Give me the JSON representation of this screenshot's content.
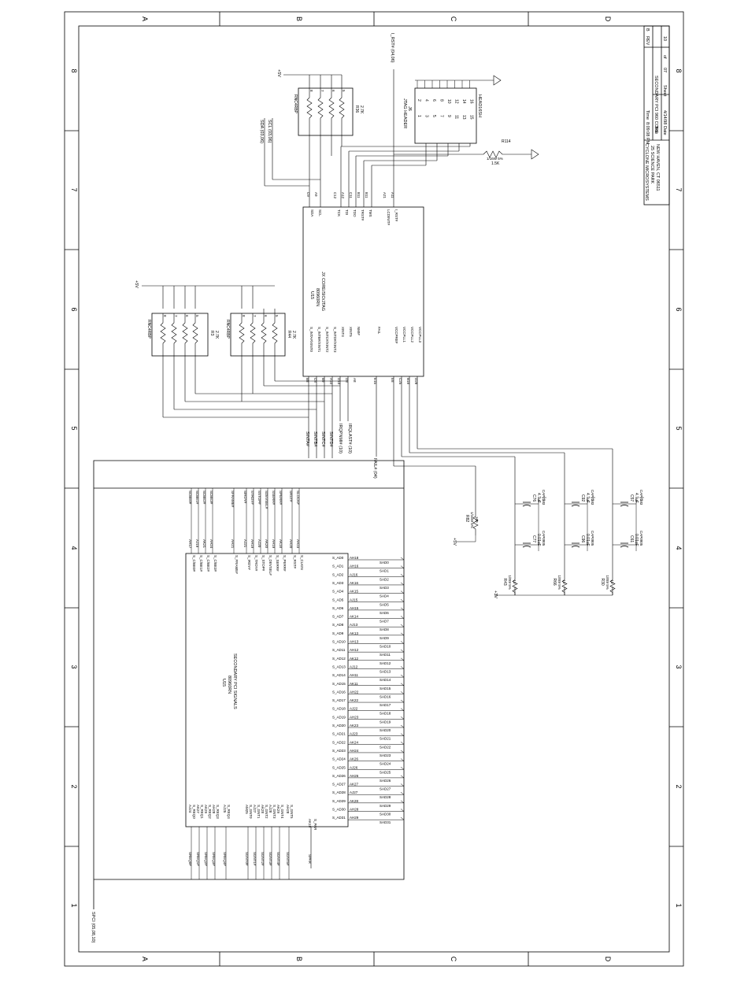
{
  "frame": {
    "col_labels": [
      "A",
      "B",
      "C",
      "D"
    ],
    "row_labels": [
      "8",
      "7",
      "6",
      "5",
      "4",
      "3",
      "2",
      "1"
    ]
  },
  "title_block": {
    "company_line1": "CYCLONE MICROSYSTEMS",
    "company_line2": "25 SCIENCE PARK",
    "company_line3": "NEW HAVEN, CT 06511",
    "title_label": "Title",
    "title_value": "SECONDARY PCI 960 CORE",
    "time_label": "Time",
    "time_value": "8:09:08 PM",
    "rev_label": "REV",
    "rev_value": "B",
    "date_label": "Date",
    "date_value": "4/14/98",
    "sheet_label": "Sheet",
    "sheet_value": "07",
    "of_label": "of",
    "of_value": "10"
  },
  "u15_jtag": {
    "ref": "U15",
    "part": "80960RN",
    "func": "JX CORE/SIO/JTAG",
    "pins_top": [
      {
        "name": "SDA",
        "num": "C9"
      },
      {
        "name": "SCL",
        "num": "A9"
      },
      {
        "name": "TCK",
        "num": "C12"
      },
      {
        "name": "TDI",
        "num": "A12"
      },
      {
        "name": "TDO",
        "num": "C11"
      },
      {
        "name": "TRST#",
        "num": "B11"
      },
      {
        "name": "TMS",
        "num": "B11"
      },
      {
        "name": "LCDINIT#",
        "num": "A21"
      },
      {
        "name": "I_RST#",
        "num": "A11"
      }
    ],
    "pins_bottom": [
      {
        "name": "S_INTA#/XINT0",
        "num": "B8"
      },
      {
        "name": "S_INTB#/XINT1",
        "num": "C8"
      },
      {
        "name": "S_INTC#/XINT2",
        "num": "B9"
      },
      {
        "name": "S_INTD#/XINT3",
        "num": "A10"
      },
      {
        "name": "XINT4",
        "num": "D10"
      },
      {
        "name": "XINT5",
        "num": "D8"
      },
      {
        "name": "NMI#",
        "num": "A8"
      },
      {
        "name": "FAIL",
        "num": "E15"
      },
      {
        "name": "VCCPREF",
        "num": "E8"
      },
      {
        "name": "VCCPLL1",
        "num": "C25"
      },
      {
        "name": "VCCPLL2",
        "num": "B18"
      },
      {
        "name": "VCCPLL3",
        "num": "D28"
      }
    ]
  },
  "u15_pci": {
    "ref": "U15",
    "part": "80960RN",
    "func": "SECONDARY PCI SIGNALS",
    "ad_pins": [
      {
        "pin": "S_AD0",
        "ball": "AH18",
        "net": "SAD0"
      },
      {
        "pin": "S_AD1",
        "ball": "AH16",
        "net": "SAD1"
      },
      {
        "pin": "S_AD2",
        "ball": "AJ16",
        "net": "SAD2"
      },
      {
        "pin": "S_AD3",
        "ball": "AK16",
        "net": "SAD3"
      },
      {
        "pin": "S_AD4",
        "ball": "AK15",
        "net": "SAD4"
      },
      {
        "pin": "S_AD5",
        "ball": "AJ15",
        "net": "SAD5"
      },
      {
        "pin": "S_AD6",
        "ball": "AH15",
        "net": "SAD6"
      },
      {
        "pin": "S_AD7",
        "ball": "AK14",
        "net": "SAD7"
      },
      {
        "pin": "S_AD8",
        "ball": "AJ13",
        "net": "SAD8"
      },
      {
        "pin": "S_AD9",
        "ball": "AK13",
        "net": "SAD9"
      },
      {
        "pin": "S_AD10",
        "ball": "AH13",
        "net": "SAD10"
      },
      {
        "pin": "S_AD11",
        "ball": "AH12",
        "net": "SAD11"
      },
      {
        "pin": "S_AD12",
        "ball": "AK12",
        "net": "SAD12"
      },
      {
        "pin": "S_AD13",
        "ball": "AJ12",
        "net": "SAD13"
      },
      {
        "pin": "S_AD14",
        "ball": "AH11",
        "net": "SAD14"
      },
      {
        "pin": "S_AD15",
        "ball": "AK11",
        "net": "SAD15"
      },
      {
        "pin": "S_AD16",
        "ball": "AH22",
        "net": "SAD16"
      },
      {
        "pin": "S_AD17",
        "ball": "AK22",
        "net": "SAD17"
      },
      {
        "pin": "S_AD18",
        "ball": "AJ22",
        "net": "SAD18"
      },
      {
        "pin": "S_AD19",
        "ball": "AH23",
        "net": "SAD19"
      },
      {
        "pin": "S_AD20",
        "ball": "AK23",
        "net": "SAD20"
      },
      {
        "pin": "S_AD21",
        "ball": "AJ23",
        "net": "SAD21"
      },
      {
        "pin": "S_AD22",
        "ball": "AK24",
        "net": "SAD22"
      },
      {
        "pin": "S_AD23",
        "ball": "AH24",
        "net": "SAD23"
      },
      {
        "pin": "S_AD24",
        "ball": "AK26",
        "net": "SAD24"
      },
      {
        "pin": "S_AD25",
        "ball": "AJ26",
        "net": "SAD25"
      },
      {
        "pin": "S_AD26",
        "ball": "AH26",
        "net": "SAD26"
      },
      {
        "pin": "S_AD27",
        "ball": "AK27",
        "net": "SAD27"
      },
      {
        "pin": "S_AD28",
        "ball": "AJ27",
        "net": "SAD28"
      },
      {
        "pin": "S_AD29",
        "ball": "AK28",
        "net": "SAD29"
      },
      {
        "pin": "S_AD30",
        "ball": "AH28",
        "net": "SAD30"
      },
      {
        "pin": "S_AD31",
        "ball": "AH29",
        "net": "SAD31"
      }
    ],
    "ctrl_pins": [
      {
        "pin": "S_C/BE0#",
        "ball": "AH17",
        "net": "SCBE0#"
      },
      {
        "pin": "S_C/BE1#",
        "ball": "AJ19",
        "net": "SCBE1#"
      },
      {
        "pin": "S_C/BE2#",
        "ball": "AK21",
        "net": "SCBE2#"
      },
      {
        "pin": "S_C/BE3#",
        "ball": "AH24",
        "net": "SCBE3#"
      },
      {
        "pin": "S_FRAME#",
        "ball": "AH21",
        "net": "SFRAME#"
      },
      {
        "pin": "S_IRDY#",
        "ball": "AJ21",
        "net": "SIRDY#"
      },
      {
        "pin": "S_TRDY#",
        "ball": "AH19",
        "net": "STRDY#"
      },
      {
        "pin": "S_STOP#",
        "ball": "AJ20",
        "net": "SSTOP#"
      },
      {
        "pin": "S_DEVSEL#",
        "ball": "AK20",
        "net": "SDEVSEL#"
      },
      {
        "pin": "S_SERR#",
        "ball": "AH19",
        "net": "SSERR#"
      },
      {
        "pin": "S_PERR#",
        "ball": "AK18",
        "net": "SPERR#"
      },
      {
        "pin": "S_RST#",
        "ball": "AH20",
        "net": "SRST#"
      },
      {
        "pin": "S_CLKIN",
        "ball": "AH23",
        "net": "SLOCK#"
      }
    ],
    "req_pins": [
      {
        "pin": "S_REQ0",
        "ball": "AJ24",
        "net": "SREQ0#"
      },
      {
        "pin": "S_REQ1",
        "ball": "AK27",
        "net": "SREQ1#"
      },
      {
        "pin": "S_REQ2",
        "ball": "AK29",
        "net": "SREQ2#"
      },
      {
        "pin": "S_REQ3",
        "ball": "AH28",
        "net": "SREQ3#"
      },
      {
        "pin": "S_REQ4",
        "ball": "AJ25",
        "net": "SREQ4#"
      }
    ],
    "gnt_pins": [
      {
        "pin": "S_GNT0",
        "ball": "AM25",
        "net": "SGNT0#"
      },
      {
        "pin": "S_GNT1",
        "ball": "AJ27",
        "net": "SGNT1#"
      },
      {
        "pin": "S_GNT2",
        "ball": "AK28",
        "net": "SGNT2#"
      },
      {
        "pin": "S_GNT3",
        "ball": "AJ28",
        "net": "SGNT3#"
      },
      {
        "pin": "S_GNT4",
        "ball": "AK29",
        "net": "SGNT4#"
      },
      {
        "pin": "S_GNT5",
        "ball": "AH28",
        "net": "SGNT5#"
      }
    ],
    "par_pin": {
      "pin": "S_PAR",
      "ball": "AK19",
      "net": "SPAR"
    }
  },
  "resistor_packs": [
    {
      "ref": "R36",
      "value": "2.7K",
      "part": "RNC4RBP",
      "pins": [
        "8",
        "7",
        "6",
        "5"
      ]
    },
    {
      "ref": "R3",
      "value": "2.7K",
      "part": "RNC4RBP",
      "pins": [
        "8",
        "7",
        "6",
        "5"
      ]
    },
    {
      "ref": "R44",
      "value": "2.7K",
      "part": "RNC4RBP",
      "pins": [
        "8",
        "7",
        "6",
        "5"
      ]
    }
  ],
  "jtag_header": {
    "title": "JTAG HEADER",
    "ref": "J6",
    "part": "HEAD16SH",
    "odd": [
      "1",
      "3",
      "5",
      "7",
      "9",
      "11",
      "13",
      "15"
    ],
    "even": [
      "2",
      "4",
      "6",
      "8",
      "10",
      "12",
      "14",
      "16"
    ]
  },
  "r114": {
    "ref": "R114",
    "value": "1.5K",
    "tol": "1/16W 5%"
  },
  "nets": {
    "sda": "SDA (03,06)",
    "scl": "SCL (03,06)",
    "irst": "I_RST# (04,06)",
    "sinta": "SINTA#",
    "sintb": "SINTB#",
    "sintc": "SINTC#",
    "sintd": "SINTD#",
    "irqpnmi": "IRQPNMI# (10)",
    "irqlast": "IRQLAST# (10)",
    "fail": "FAIL# (04)",
    "spci": "SPCI (05,08,10)",
    "v5_top": "+5V",
    "v5_mid": "+5V",
    "v5_r82": "+5V",
    "v3": "+3V"
  },
  "pll": {
    "r82": {
      "ref": "R82",
      "tol": "1/16W 5%",
      "value": "100"
    },
    "r43": {
      "ref": "R43",
      "tol": "1/8W 5%",
      "value": "10"
    },
    "r66": {
      "ref": "R66",
      "tol": "1/8W 5%",
      "value": "10"
    },
    "r30": {
      "ref": "R30",
      "tol": "1/8W 5%",
      "value": "10"
    },
    "c76": {
      "ref": "C76",
      "value": "4.7uF",
      "part": "CAP7343"
    },
    "c77": {
      "ref": "C77",
      "value": "0.01uF",
      "part": "CAP0805"
    },
    "c92": {
      "ref": "C92",
      "value": "4.7uF",
      "part": "CAP7343"
    },
    "c96": {
      "ref": "C96",
      "value": "0.01uF",
      "part": "CAP0805"
    },
    "c57": {
      "ref": "C57",
      "value": "4.7uF",
      "part": "CAP7343"
    },
    "c61": {
      "ref": "C61",
      "value": "0.01uF",
      "part": "CAP0805"
    }
  }
}
